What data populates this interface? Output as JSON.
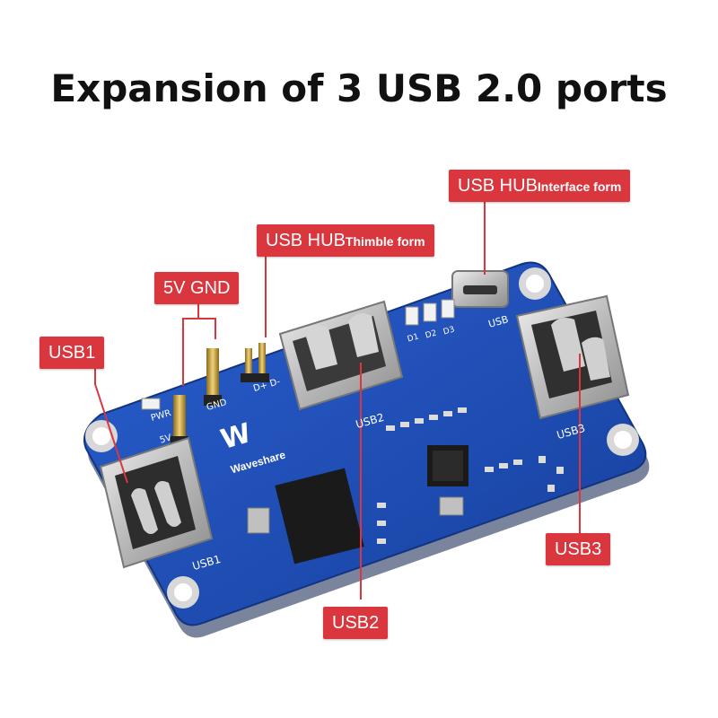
{
  "headline": "Expansion of 3 USB 2.0 ports",
  "callouts": {
    "usb1": "USB1",
    "gnd": "5V GND",
    "hub_thimble_main": "USB HUB",
    "hub_thimble_sub": "Thimble form",
    "hub_interface_main": "USB HUB",
    "hub_interface_sub": "Interface form",
    "usb2": "USB2",
    "usb3": "USB3"
  },
  "silkscreen": {
    "brand": "Waveshare",
    "usb1": "USB1",
    "usb2": "USB2",
    "usb3": "USB3",
    "usb": "USB",
    "gnd": "GND",
    "pwr": "PWR",
    "five_v": "5V",
    "dplus_dminus": "D+ D-",
    "d1": "D1",
    "d2": "D2",
    "d3": "D3"
  },
  "colors": {
    "board": "#1f4fb8",
    "callout": "#d9363e",
    "leader": "#d9363e",
    "metal": "#c8c8c8"
  }
}
